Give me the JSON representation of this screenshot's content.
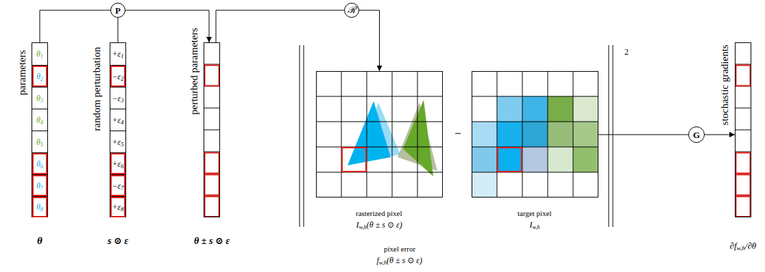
{
  "diagram": {
    "nodes": [
      {
        "text": [
          "P"
        ]
      },
      {
        "text": [
          "ℛ"
        ]
      },
      {
        "text": [
          "parameters",
          "θ"
        ]
      },
      {
        "text": [
          "θ1"
        ],
        "in": 2
      },
      {
        "text": [
          "θ2"
        ],
        "in": 2
      },
      {
        "text": [
          "θ3"
        ],
        "in": 2
      },
      {
        "text": [
          "θ4"
        ],
        "in": 2
      },
      {
        "text": [
          "θ5"
        ],
        "in": 2
      },
      {
        "text": [
          "θ6"
        ],
        "in": 2
      },
      {
        "text": [
          "θ7"
        ],
        "in": 2
      },
      {
        "text": [
          "θ8"
        ],
        "in": 2
      },
      {
        "text": [
          "random perturbation",
          "s ⊙ ε"
        ]
      },
      {
        "text": [
          "+ε1"
        ],
        "in": 11
      },
      {
        "text": [
          "−ε2"
        ],
        "in": 11
      },
      {
        "text": [
          "−ε3"
        ],
        "in": 11
      },
      {
        "text": [
          "+ε4"
        ],
        "in": 11
      },
      {
        "text": [
          "+ε5"
        ],
        "in": 11
      },
      {
        "text": [
          "+ε6"
        ],
        "in": 11
      },
      {
        "text": [
          "−ε7"
        ],
        "in": 11
      },
      {
        "text": [
          "+ε8"
        ],
        "in": 11
      },
      {
        "text": [
          "perturbed parameters",
          "θ ± s ⊙ ε"
        ]
      },
      {
        "text": [
          "rasterized pixel",
          "Iw,h(θ ± s ⊙ ε)"
        ]
      },
      {
        "text": [
          "target pixel",
          "Iw,h"
        ]
      },
      {
        "text": [
          "G"
        ]
      },
      {
        "text": [
          "stochastic gradients",
          "∂fw,h/∂θ"
        ]
      }
    ],
    "edges": [
      {
        "from": 2,
        "to": 0,
        "arrow": "none"
      },
      {
        "from": 11,
        "to": 0,
        "arrow": "none"
      },
      {
        "from": 0,
        "to": 20,
        "arrow": "to"
      },
      {
        "from": 20,
        "to": 1,
        "arrow": "none"
      },
      {
        "from": 1,
        "to": 21,
        "arrow": "to"
      },
      {
        "from": 22,
        "to": 23,
        "arrow": "none"
      },
      {
        "from": 23,
        "to": 24,
        "arrow": "to"
      }
    ],
    "labels": [
      "−",
      "2",
      "pixel error",
      "fw,h(θ ± s ⊙ ε)"
    ]
  }
}
